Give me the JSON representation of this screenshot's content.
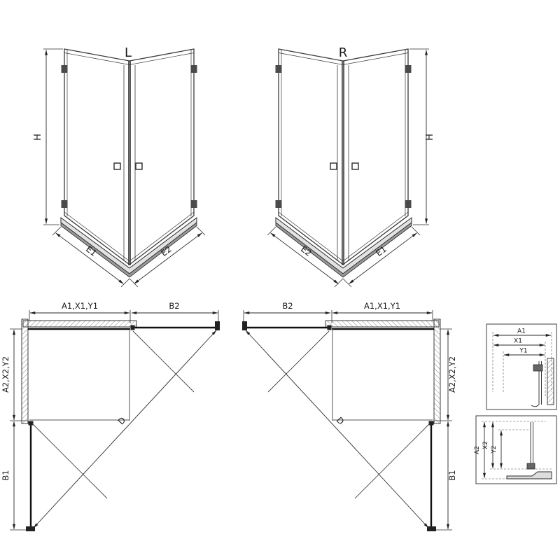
{
  "views": {
    "iso_left": {
      "label": "L",
      "height_dim": "H",
      "bottom_left_dim": "E1",
      "bottom_right_dim": "E2"
    },
    "iso_right": {
      "label": "R",
      "height_dim": "H",
      "bottom_left_dim": "E2",
      "bottom_right_dim": "E1"
    },
    "plan_left": {
      "top_left_dim": "A1,X1,Y1",
      "top_right_dim": "B2",
      "side_upper_dim": "A2,X2,Y2",
      "side_lower_dim": "B1",
      "diagonal_dim": "D"
    },
    "plan_right": {
      "top_left_dim": "B2",
      "top_right_dim": "A1,X1,Y1",
      "side_upper_dim": "A2,X2,Y2",
      "side_lower_dim": "B1",
      "diagonal_dim": "D"
    },
    "detail_horizontal": {
      "dims": [
        "A1",
        "X1",
        "Y1"
      ]
    },
    "detail_vertical": {
      "dims": [
        "A2",
        "X2",
        "Y2"
      ]
    }
  },
  "colors": {
    "line": "#2f2f2f",
    "dim_line": "#222222",
    "tray_fill": "#e2e2e2",
    "tray_base_fill": "#9a9a9a",
    "background": "#ffffff"
  }
}
